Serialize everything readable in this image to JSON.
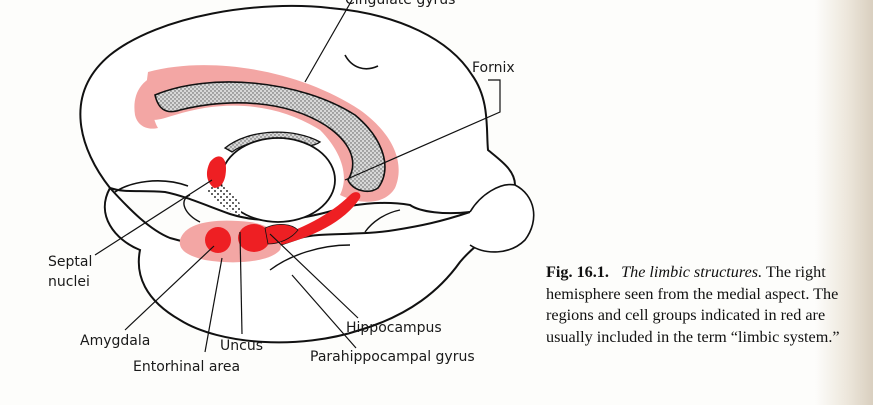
{
  "labels": {
    "cingulate": "Cingulate gyrus",
    "fornix": "Fornix",
    "septal_line1": "Septal",
    "septal_line2": "nuclei",
    "amygdala": "Amygdala",
    "uncus": "Uncus",
    "entorhinal": "Entorhinal area",
    "hippocampus": "Hippocampus",
    "parahippocampal": "Parahippocampal gyrus"
  },
  "caption": {
    "number": "Fig. 16.1.",
    "title": "The limbic structures.",
    "body": "The right hemisphere seen from the medial aspect. The regions and cell groups indicated in red are usually included in the term “limbic system.”"
  },
  "colors": {
    "limbic_red": "#ee1f23",
    "limbic_pink": "#f3a6a4",
    "stipple_gray": "#d2d2d2",
    "outline": "#111111"
  }
}
